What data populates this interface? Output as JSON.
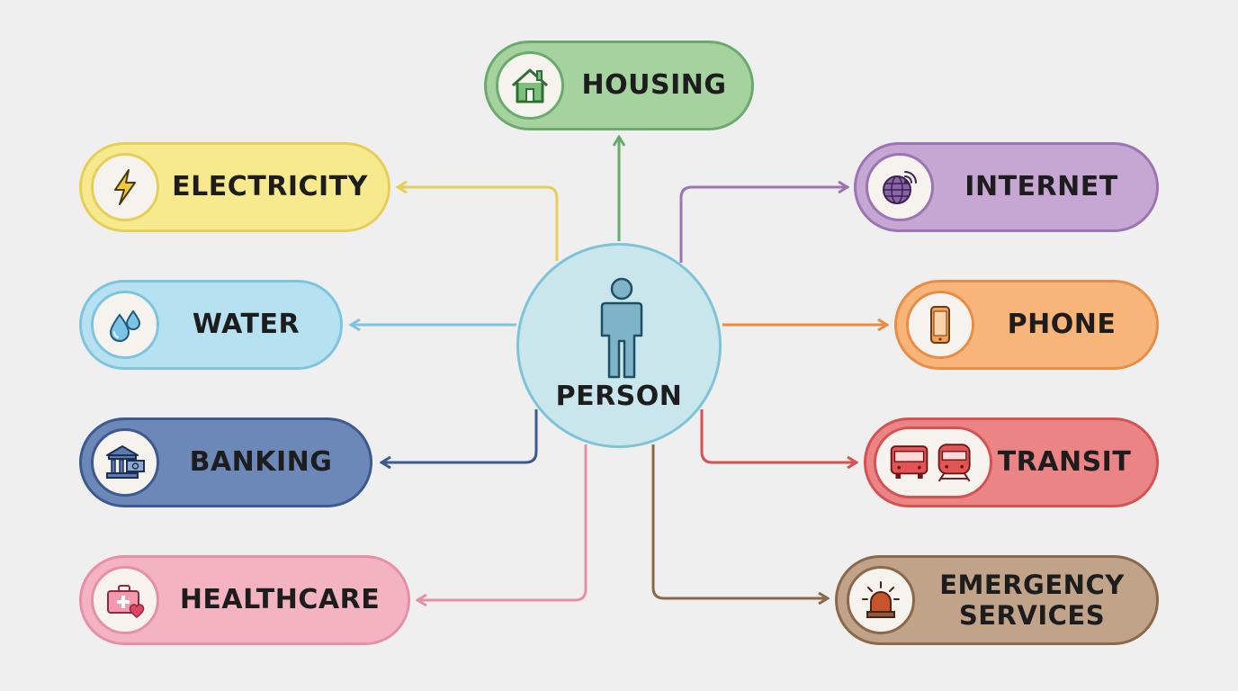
{
  "center": {
    "label": "PERSON",
    "icon": "person-icon",
    "fill": "#c9e6ec",
    "stroke": "#7ec4d8"
  },
  "nodes": [
    {
      "id": "housing",
      "label": "HOUSING",
      "icon": "house-icon",
      "fill": "#a6d2a0",
      "stroke": "#6aaa6b"
    },
    {
      "id": "electricity",
      "label": "ELECTRICITY",
      "icon": "lightning-bolt-icon",
      "fill": "#f6e98e",
      "stroke": "#e6cf59"
    },
    {
      "id": "water",
      "label": "WATER",
      "icon": "water-drops-icon",
      "fill": "#b6e1f1",
      "stroke": "#7ec4e0"
    },
    {
      "id": "banking",
      "label": "BANKING",
      "icon": "bank-icon",
      "fill": "#6b88b8",
      "stroke": "#3c5a8e"
    },
    {
      "id": "healthcare",
      "label": "HEALTHCARE",
      "icon": "medical-kit-icon",
      "fill": "#f4b3c1",
      "stroke": "#e590a6"
    },
    {
      "id": "internet",
      "label": "INTERNET",
      "icon": "globe-wifi-icon",
      "fill": "#c6a7d3",
      "stroke": "#9c74b4"
    },
    {
      "id": "phone",
      "label": "PHONE",
      "icon": "smartphone-icon",
      "fill": "#f7b57a",
      "stroke": "#e88d45"
    },
    {
      "id": "transit",
      "label": "TRANSIT",
      "icon": "bus-train-icon",
      "fill": "#eb8585",
      "stroke": "#d45252"
    },
    {
      "id": "emergency",
      "label": "EMERGENCY\nSERVICES",
      "icon": "siren-icon",
      "fill": "#c1a38a",
      "stroke": "#8b6849"
    }
  ]
}
